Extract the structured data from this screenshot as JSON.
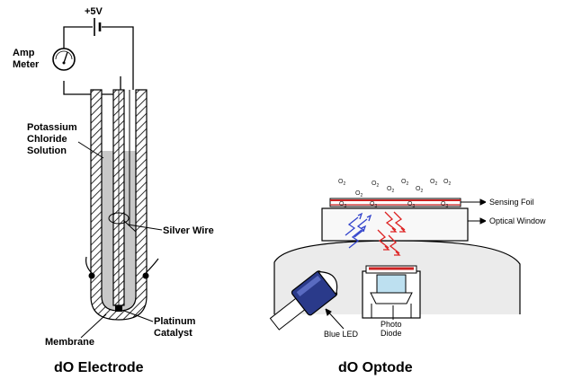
{
  "electrode": {
    "voltage": "+5V",
    "amp_meter": [
      "Amp",
      "Meter"
    ],
    "potassium": [
      "Potassium",
      "Chloride",
      "Solution"
    ],
    "silver_wire": "Silver Wire",
    "platinum": [
      "Platinum",
      "Catalyst"
    ],
    "membrane": "Membrane",
    "caption": "dO Electrode"
  },
  "optode": {
    "o2_symbols": [
      "O2",
      "O2",
      "O2",
      "O2",
      "O2",
      "O2",
      "O2",
      "O2",
      "O2",
      "O2",
      "O2",
      "O2"
    ],
    "sensing_foil": "Sensing Foil",
    "optical_window": "Optical Window",
    "blue_led": "Blue LED",
    "photo_diode": [
      "Photo",
      "Diode"
    ],
    "caption": "dO Optode"
  },
  "colors": {
    "electrolyte": "#c8c8c8",
    "foil": "#cc2222",
    "blue_light": "#3344cc",
    "red_light": "#dd2222",
    "led_body": "#2a3a8a",
    "diode_face": "#bde0f0",
    "housing": "#ebebeb"
  }
}
